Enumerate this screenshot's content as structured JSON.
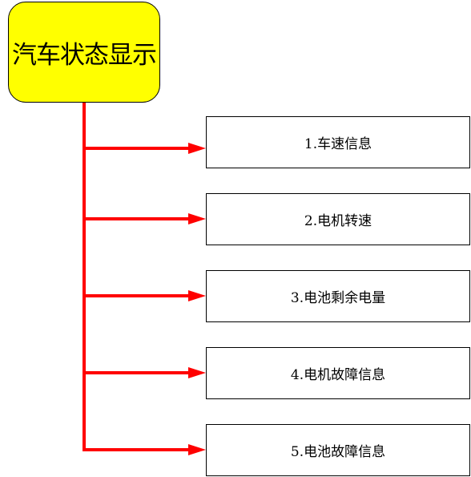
{
  "diagram": {
    "root": {
      "label": "汽车状态显示",
      "fill_color": "#ffff00"
    },
    "items": [
      {
        "label": "1.车速信息"
      },
      {
        "label": "2.电机转速"
      },
      {
        "label": "3.电池剩余电量"
      },
      {
        "label": "4.电机故障信息"
      },
      {
        "label": "5.电池故障信息"
      }
    ],
    "connector_color": "#ff0000"
  }
}
